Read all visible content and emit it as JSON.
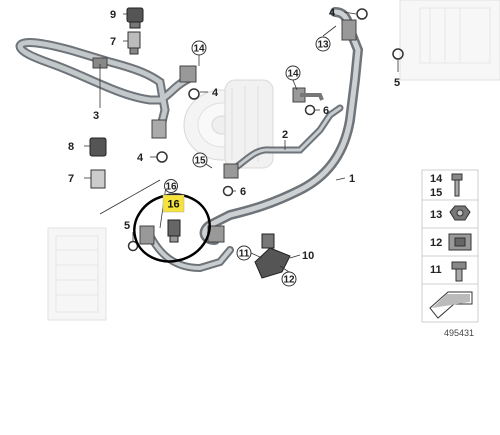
{
  "callouts": {
    "c9": "9",
    "c7a": "7",
    "c14a": "14",
    "c4a": "4",
    "c3": "3",
    "c8": "8",
    "c4b": "4",
    "c7b": "7",
    "c16a": "16",
    "c16b": "16",
    "c5a": "5",
    "c15": "15",
    "c6a": "6",
    "c14b": "14",
    "c6b": "6",
    "c2": "2",
    "c4c": "4",
    "c13": "13",
    "c5b": "5",
    "c1": "1",
    "c11": "11",
    "c10": "10",
    "c12": "12"
  },
  "legend": {
    "items": [
      {
        "top": "14",
        "bottom": "15"
      },
      {
        "top": "13",
        "bottom": ""
      },
      {
        "top": "12",
        "bottom": ""
      },
      {
        "top": "11",
        "bottom": ""
      }
    ]
  },
  "diagram_number": "495431",
  "colors": {
    "highlight_fill": "#f5e33b",
    "hose": "#9aa1a6",
    "line": "#333333"
  }
}
